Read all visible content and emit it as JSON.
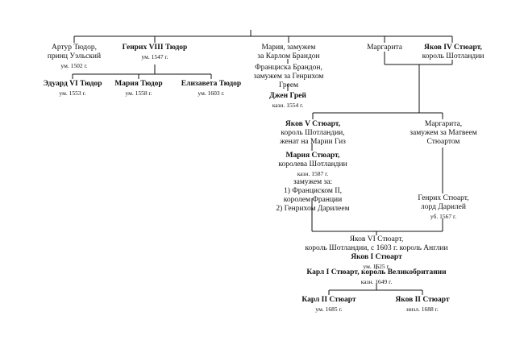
{
  "nodes": {
    "arthur": {
      "lines": [
        {
          "text": "Артур Тюдор,"
        },
        {
          "text": "принц Уэльский"
        },
        {
          "text": "ум. 1502 г.",
          "small": true
        }
      ]
    },
    "henry8": {
      "lines": [
        {
          "text": "Генрих VIII Тюдор",
          "bold": true
        },
        {
          "text": "ум. 1547 г.",
          "small": true
        }
      ]
    },
    "mary_brandon": {
      "lines": [
        {
          "text": "Мария, замужем"
        },
        {
          "text": "за Карлом Брандон"
        }
      ]
    },
    "margaret": {
      "lines": [
        {
          "text": "Маргарита"
        }
      ]
    },
    "james4": {
      "lines": [
        {
          "text": "Яков IV Стюарт,",
          "bold": true
        },
        {
          "text": "король Шотландии"
        }
      ]
    },
    "edward6": {
      "lines": [
        {
          "text": "Эдуард VI Тюдор",
          "bold": true
        },
        {
          "text": "ум. 1553 г.",
          "small": true
        }
      ]
    },
    "mary_tudor": {
      "lines": [
        {
          "text": "Мария Тюдор",
          "bold": true
        },
        {
          "text": "ум. 1558 г.",
          "small": true
        }
      ]
    },
    "elizabeth": {
      "lines": [
        {
          "text": "Елизавета Тюдор",
          "bold": true
        },
        {
          "text": "ум. 1603 г.",
          "small": true
        }
      ]
    },
    "frances": {
      "lines": [
        {
          "text": "Францискa Брандон,"
        },
        {
          "text": "замужем за Генрихом"
        },
        {
          "text": "Греем"
        }
      ]
    },
    "jane": {
      "lines": [
        {
          "text": "Джен Грей",
          "bold": true
        },
        {
          "text": "казн. 1554 г.",
          "small": true
        }
      ]
    },
    "james5": {
      "lines": [
        {
          "text": "Яков V Стюарт,",
          "bold": true
        },
        {
          "text": "король Шотландии,"
        },
        {
          "text": "женат на Марии Гиз"
        }
      ]
    },
    "margaret2": {
      "lines": [
        {
          "text": "Маргарита,"
        },
        {
          "text": "замужем за Матвеем"
        },
        {
          "text": "Стюартом"
        }
      ]
    },
    "mary_stuart": {
      "lines": [
        {
          "text": "Мария Стюарт,",
          "bold": true
        },
        {
          "text": "королева Шотландии"
        },
        {
          "text": "казн. 1587 г.",
          "small": true
        },
        {
          "text": "замужем за:"
        },
        {
          "text": "1) Франциском II,"
        },
        {
          "text": "королем Франции"
        },
        {
          "text": "2) Генрихом Дарилеем"
        }
      ]
    },
    "darnley": {
      "lines": [
        {
          "text": "Генрих Стюарт,"
        },
        {
          "text": "лорд Дарилей"
        },
        {
          "text": "уб. 1567 г.",
          "small": true
        }
      ]
    },
    "james6": {
      "lines": [
        {
          "text": "Яков VI Стюарт,"
        },
        {
          "text": "король Шотландии, с 1603 г. король Англии"
        },
        {
          "text": "Яков I Стюарт",
          "bold": true
        },
        {
          "text": "ум. 1625 г.",
          "small": true
        }
      ]
    },
    "charles1": {
      "lines": [
        {
          "text": "Карл I Стюарт, король Великобритании",
          "bold": true
        },
        {
          "text": "казн. 1649 г.",
          "small": true
        }
      ]
    },
    "charles2": {
      "lines": [
        {
          "text": "Карл II Стюарт",
          "bold": true
        },
        {
          "text": "ум. 1685 г.",
          "small": true
        }
      ]
    },
    "james2": {
      "lines": [
        {
          "text": "Яков II Стюарт",
          "bold": true
        },
        {
          "text": "низл. 1688 г.",
          "small": true
        }
      ]
    }
  }
}
